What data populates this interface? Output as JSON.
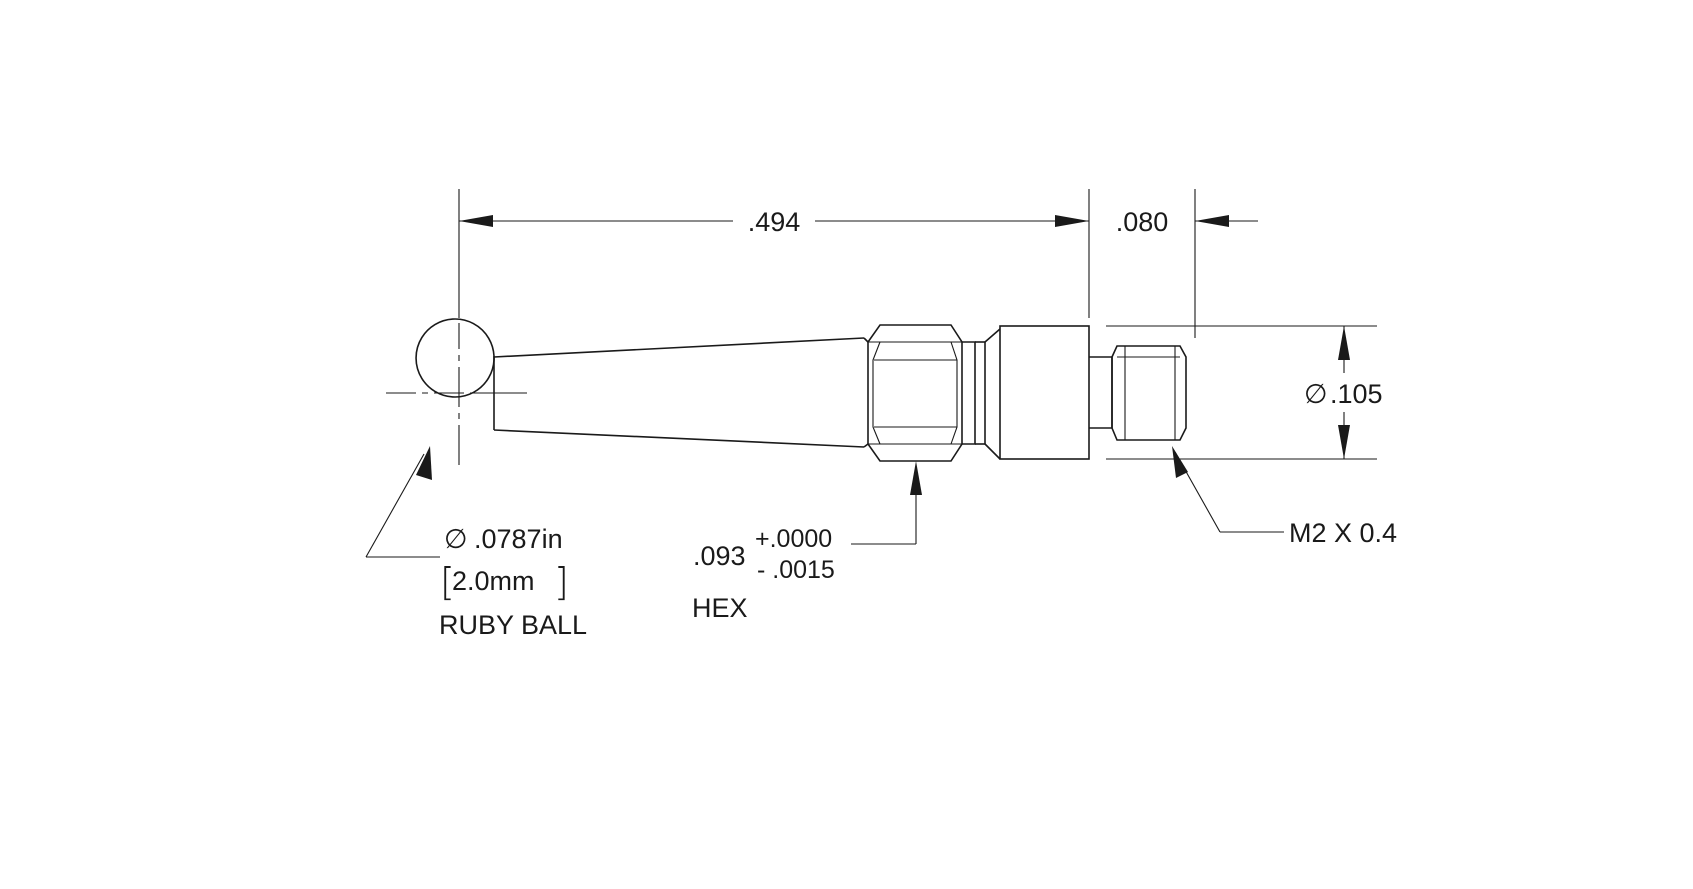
{
  "dimensions": {
    "overall_length": ".494",
    "thread_length": ".080",
    "diameter_symbol": "∅",
    "body_diameter": ".105"
  },
  "ball_callout": {
    "diameter_symbol": "∅",
    "diameter_in": ".0787in",
    "bracket_open": "[",
    "diameter_mm": "2.0mm",
    "bracket_close": "]",
    "label": "RUBY BALL"
  },
  "hex_callout": {
    "nominal": ".093",
    "upper_tolerance": "+.0000",
    "lower_tolerance": "- .0015",
    "label": "HEX"
  },
  "thread_callout": {
    "spec": "M2 X 0.4"
  },
  "colors": {
    "line": "#1a1a1a",
    "background": "#ffffff"
  }
}
